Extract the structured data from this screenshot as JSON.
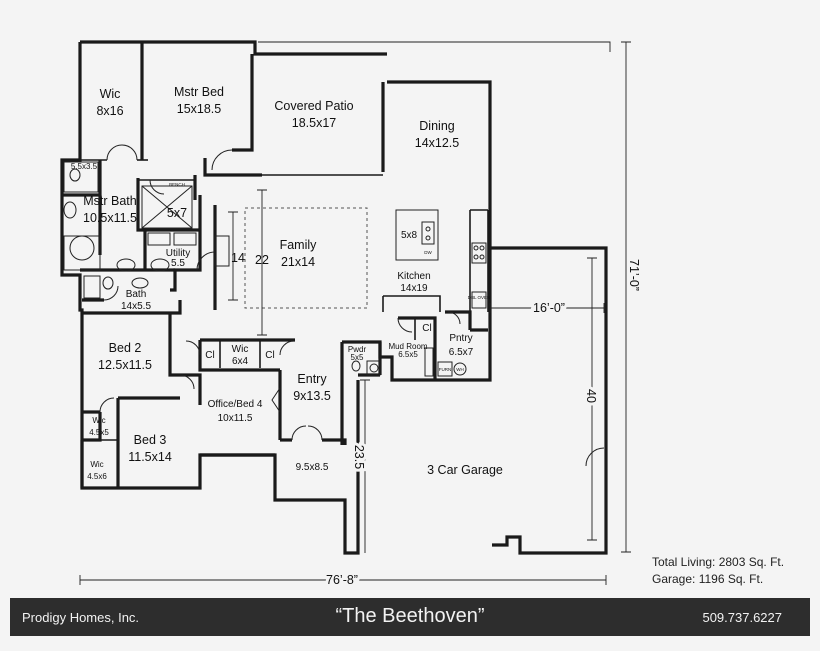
{
  "rooms": {
    "wic_master": {
      "name": "Wic",
      "size": "8x16"
    },
    "master_bed": {
      "name": "Mstr Bed",
      "size": "15x18.5"
    },
    "covered_patio": {
      "name": "Covered Patio",
      "size": "18.5x17"
    },
    "dining": {
      "name": "Dining",
      "size": "14x12.5"
    },
    "closet_small": {
      "size": "5.5x3.5"
    },
    "master_bath": {
      "name": "Mstr Bath",
      "size": "10.5x11.5"
    },
    "shower": {
      "size": "5x7"
    },
    "bench_label": "BENCH",
    "utility": {
      "name": "Utility",
      "size": "5.5"
    },
    "family": {
      "name": "Family",
      "size": "21x14"
    },
    "island": {
      "size": "5x8"
    },
    "kitchen": {
      "name": "Kitchen",
      "size": "14x19"
    },
    "bath": {
      "name": "Bath",
      "size": "14x5.5"
    },
    "bed2": {
      "name": "Bed 2",
      "size": "12.5x11.5"
    },
    "wic_hall": {
      "name": "Wic",
      "size": "6x4"
    },
    "closet_label": "Cl",
    "office": {
      "name": "Office/Bed 4",
      "size": "10x11.5"
    },
    "entry": {
      "name": "Entry",
      "size": "9x13.5"
    },
    "powder": {
      "name": "Pwdr",
      "size": "5x5"
    },
    "mud_room": {
      "name": "Mud Room",
      "size": "6.5x5"
    },
    "pantry": {
      "name": "Pntry",
      "size": "6.5x7"
    },
    "bed3": {
      "name": "Bed 3",
      "size": "11.5x14"
    },
    "wic_bed2": {
      "name": "Wic",
      "size": "4.5x5"
    },
    "wic_bed3": {
      "name": "Wic",
      "size": "4.5x6"
    },
    "porch": {
      "size": "9.5x8.5"
    },
    "garage": {
      "name": "3 Car Garage"
    }
  },
  "appliances": {
    "oven": "DBL OVEN",
    "dishwasher": "DW",
    "furnace": "FURN",
    "water_heater": "WH"
  },
  "dimensions": {
    "family_width": "14",
    "family_depth": "22",
    "overall_width": "76’-8”",
    "overall_depth": "71’-0”",
    "garage_width": "16’-0”",
    "garage_depth": "40",
    "entry_depth": "23.5"
  },
  "totals": {
    "living": "Total Living: 2803 Sq. Ft.",
    "garage": "Garage: 1196 Sq. Ft."
  },
  "footer": {
    "company": "Prodigy Homes, Inc.",
    "title": "“The Beethoven”",
    "phone": "509.737.6227"
  }
}
